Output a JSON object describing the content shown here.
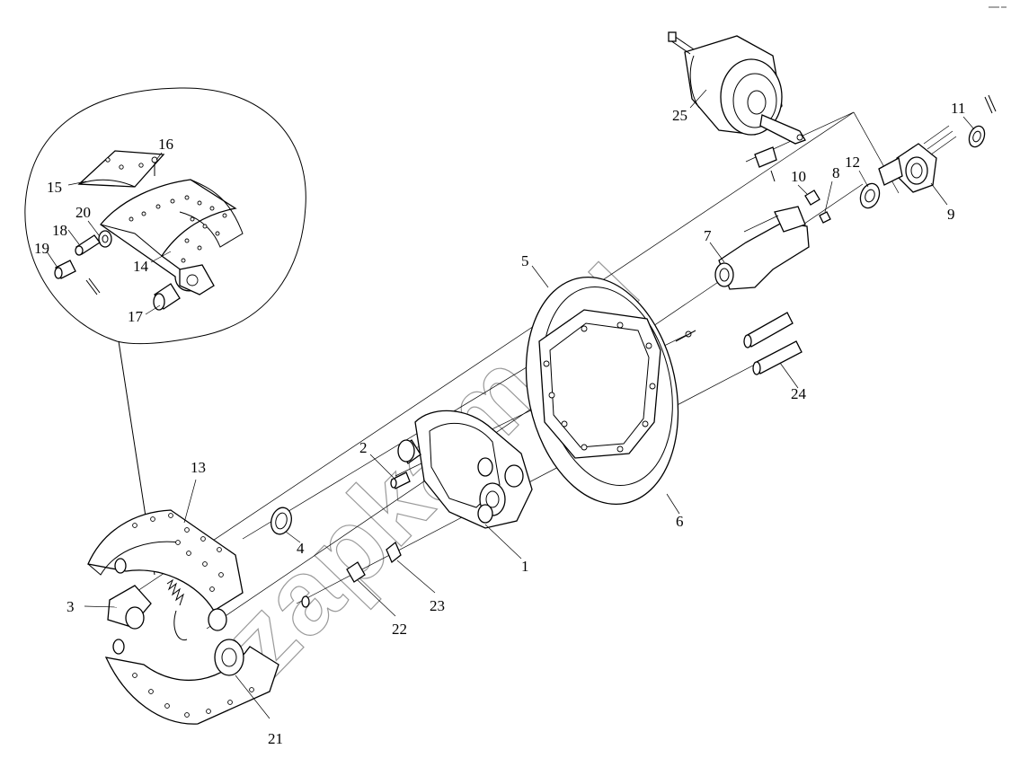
{
  "watermark": "zapkam.ru",
  "callouts": [
    "1",
    "2",
    "3",
    "4",
    "5",
    "6",
    "7",
    "8",
    "9",
    "10",
    "11",
    "12",
    "13",
    "14",
    "15",
    "16",
    "17",
    "18",
    "19",
    "20",
    "21",
    "22",
    "23",
    "24",
    "25"
  ]
}
